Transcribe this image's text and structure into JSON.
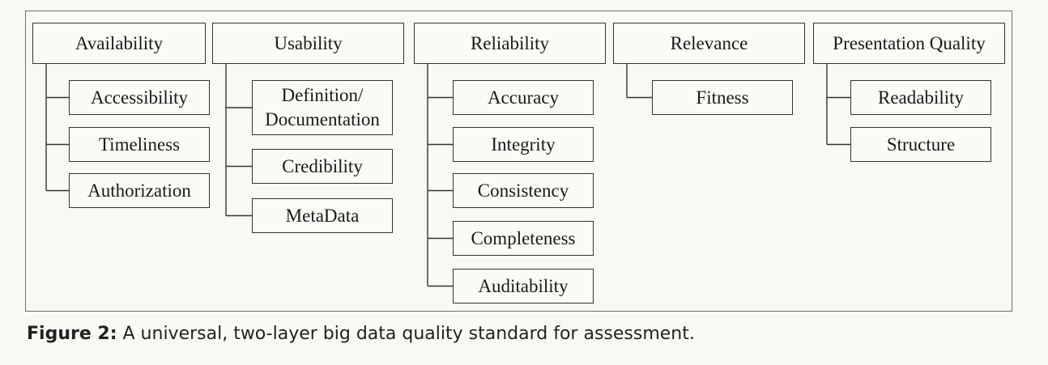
{
  "categories": [
    {
      "label": "Availability",
      "children": [
        "Accessibility",
        "Timeliness",
        "Authorization"
      ]
    },
    {
      "label": "Usability",
      "children": [
        "Definition/\nDocumentation",
        "Credibility",
        "MetaData"
      ]
    },
    {
      "label": "Reliability",
      "children": [
        "Accuracy",
        "Integrity",
        "Consistency",
        "Completeness",
        "Auditability"
      ]
    },
    {
      "label": "Relevance",
      "children": [
        "Fitness"
      ]
    },
    {
      "label": "Presentation Quality",
      "children": [
        "Readability",
        "Structure"
      ]
    }
  ],
  "caption": {
    "label": "Figure 2:",
    "text": " A universal, two-layer big data quality standard for assessment."
  }
}
